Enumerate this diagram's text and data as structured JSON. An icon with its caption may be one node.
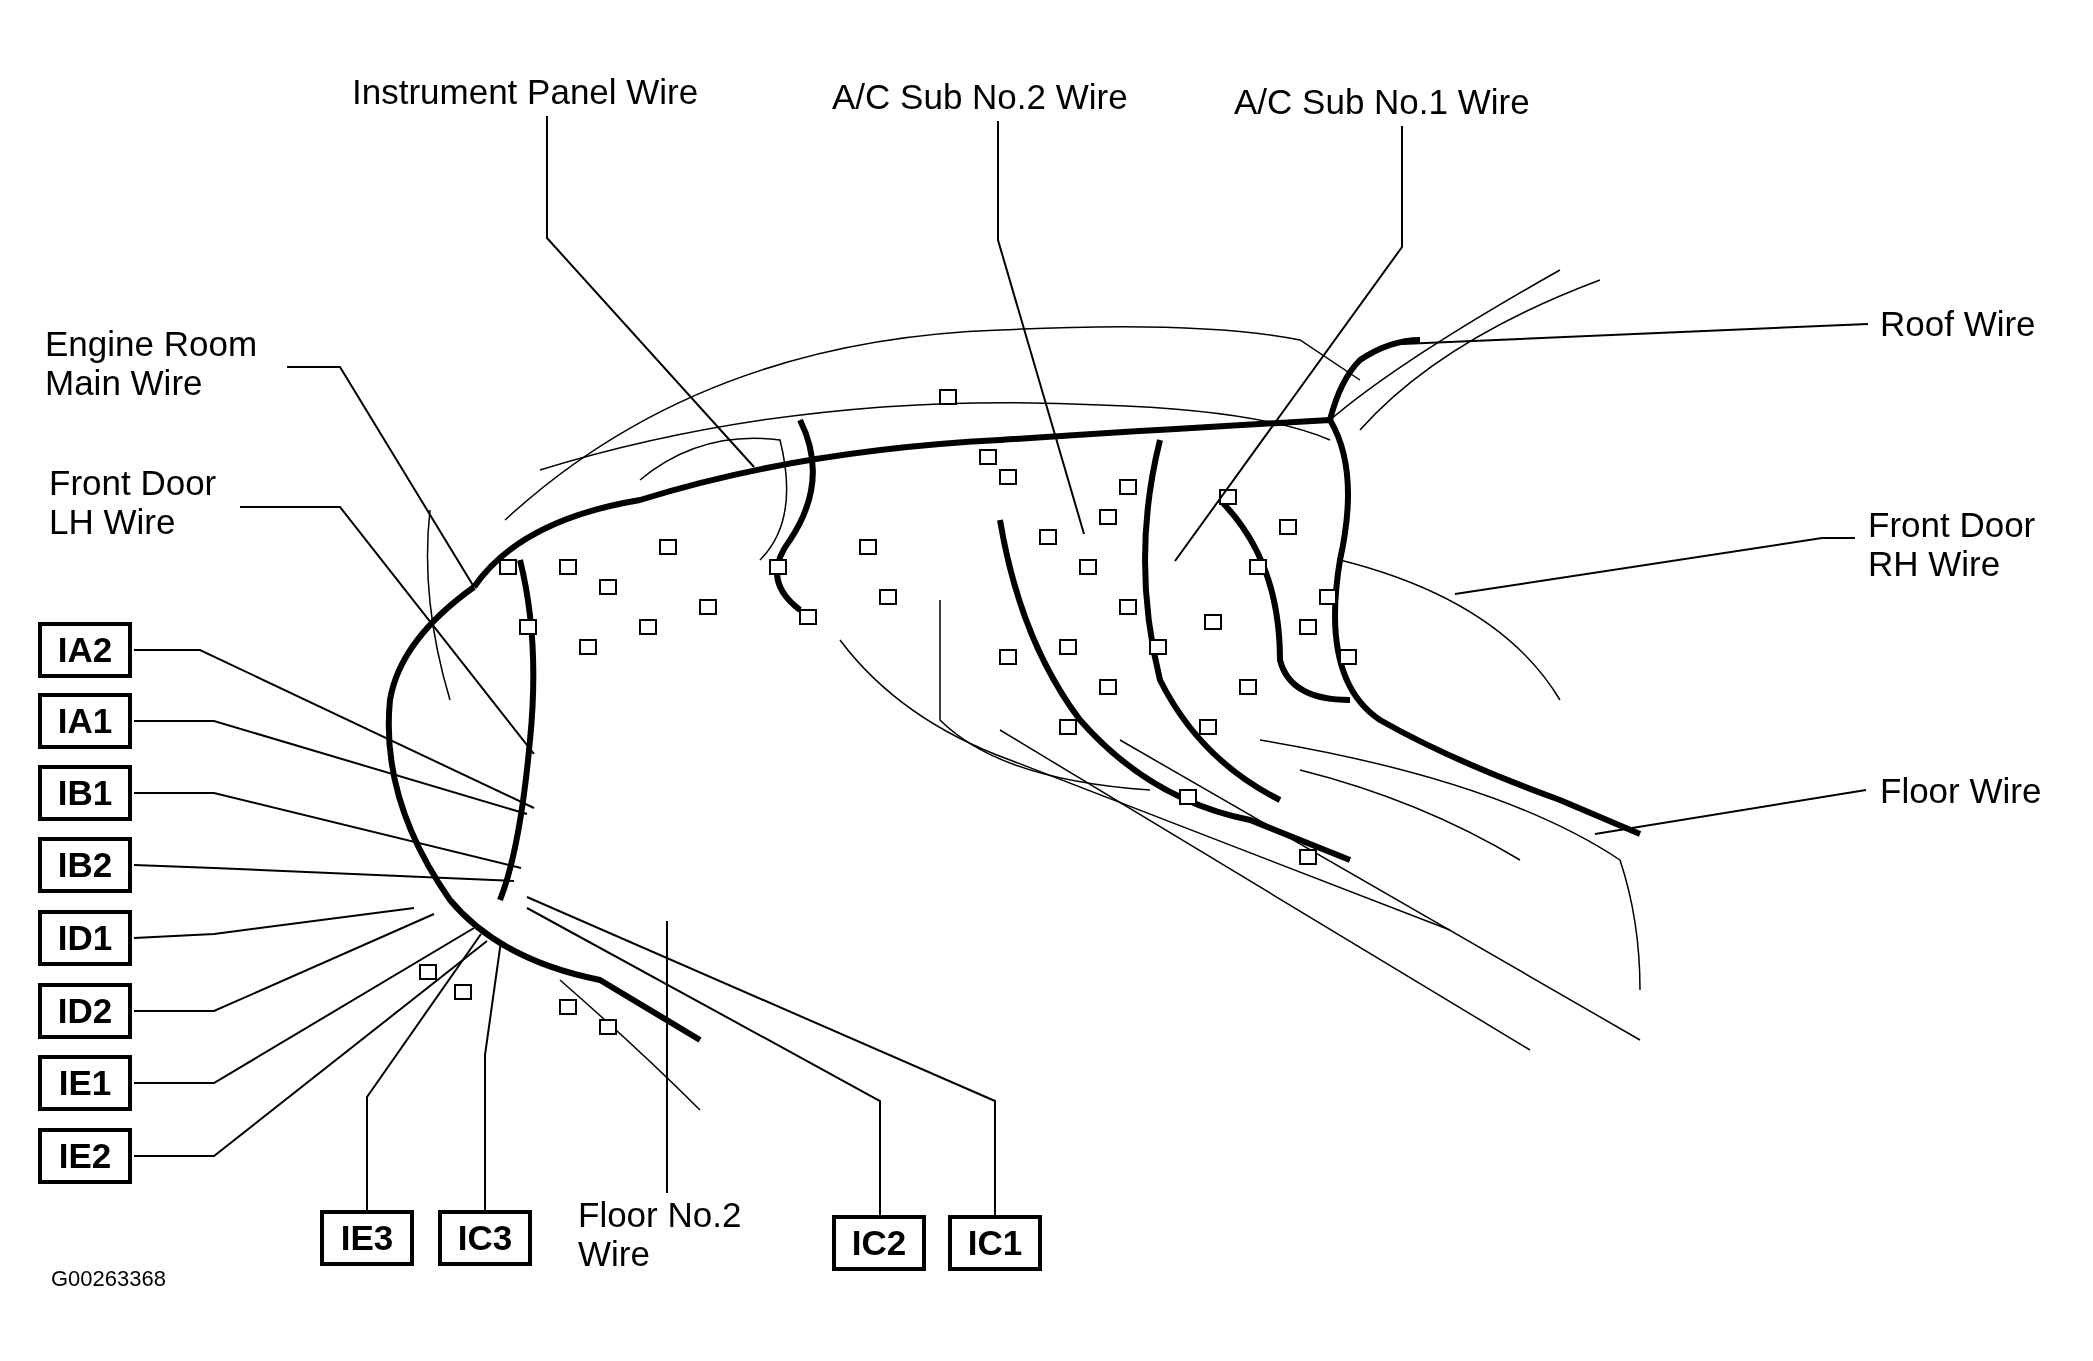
{
  "diagram": {
    "nodes": [
      {
        "text": [
          "Instrument Panel Wire"
        ]
      },
      {
        "text": [
          "A/C Sub No.2 Wire"
        ]
      },
      {
        "text": [
          "A/C Sub No.1 Wire"
        ]
      },
      {
        "text": [
          "Engine Room Main Wire"
        ]
      },
      {
        "text": [
          "Roof Wire"
        ]
      },
      {
        "text": [
          "Front Door LH Wire"
        ]
      },
      {
        "text": [
          "Front Door RH Wire"
        ]
      },
      {
        "text": [
          "IA2"
        ]
      },
      {
        "text": [
          "IA1"
        ]
      },
      {
        "text": [
          "IB1"
        ]
      },
      {
        "text": [
          "IB2"
        ]
      },
      {
        "text": [
          "Floor Wire"
        ]
      },
      {
        "text": [
          "ID1"
        ]
      },
      {
        "text": [
          "ID2"
        ]
      },
      {
        "text": [
          "IE1"
        ]
      },
      {
        "text": [
          "IE2"
        ]
      },
      {
        "text": [
          "IE3"
        ]
      },
      {
        "text": [
          "IC3"
        ]
      },
      {
        "text": [
          "Floor No.2 Wire"
        ]
      },
      {
        "text": [
          "IC2"
        ]
      },
      {
        "text": [
          "IC1"
        ]
      }
    ],
    "edges": [
      {
        "from": 0,
        "to": null,
        "arrow": "none"
      },
      {
        "from": 1,
        "to": null,
        "arrow": "none"
      },
      {
        "from": 2,
        "to": null,
        "arrow": "none"
      },
      {
        "from": 3,
        "to": null,
        "arrow": "none"
      },
      {
        "from": 4,
        "to": null,
        "arrow": "none"
      },
      {
        "from": 5,
        "to": null,
        "arrow": "none"
      },
      {
        "from": 6,
        "to": null,
        "arrow": "none"
      },
      {
        "from": 7,
        "to": null,
        "arrow": "none"
      },
      {
        "from": 8,
        "to": null,
        "arrow": "none"
      },
      {
        "from": 9,
        "to": null,
        "arrow": "none"
      },
      {
        "from": 10,
        "to": null,
        "arrow": "none"
      },
      {
        "from": 11,
        "to": null,
        "arrow": "none"
      },
      {
        "from": 12,
        "to": null,
        "arrow": "none"
      },
      {
        "from": 13,
        "to": null,
        "arrow": "none"
      },
      {
        "from": 14,
        "to": null,
        "arrow": "none"
      },
      {
        "from": 15,
        "to": null,
        "arrow": "none"
      },
      {
        "from": 16,
        "to": null,
        "arrow": "none"
      },
      {
        "from": 17,
        "to": null,
        "arrow": "none"
      },
      {
        "from": 18,
        "to": null,
        "arrow": "none"
      },
      {
        "from": 19,
        "to": null,
        "arrow": "none"
      },
      {
        "from": 20,
        "to": null,
        "arrow": "none"
      }
    ],
    "labels": [
      "G00263368"
    ]
  }
}
